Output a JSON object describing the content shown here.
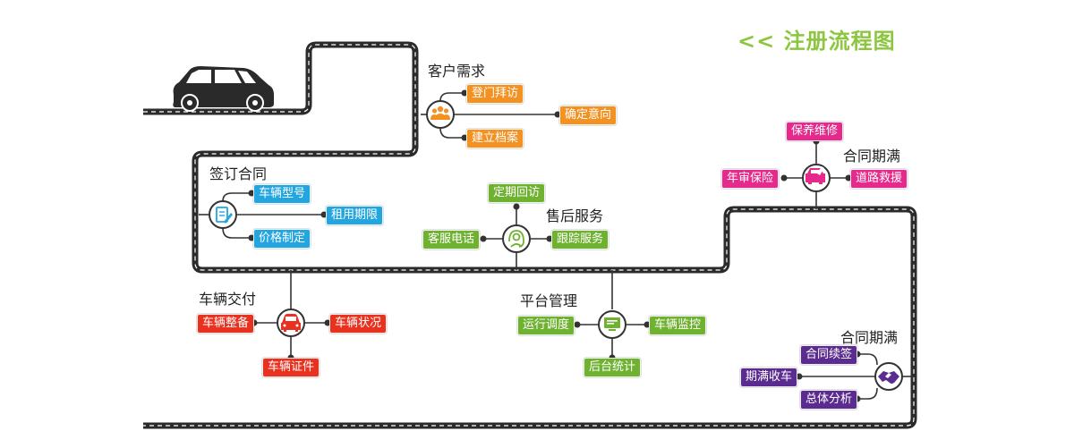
{
  "title": "<< 注册流程图",
  "colors": {
    "road": "#2b2b2b",
    "orange": "#f39223",
    "blue": "#23a6e0",
    "green": "#6fb130",
    "red": "#e8321f",
    "magenta": "#e52a8c",
    "purple": "#5b2c8f",
    "title_green": "#8cc63f"
  },
  "sections": {
    "customer_demand": {
      "title": "客户需求",
      "icon": "people-icon",
      "items": [
        "登门拜访",
        "确定意向",
        "建立档案"
      ]
    },
    "sign_contract": {
      "title": "签订合同",
      "icon": "document-edit-icon",
      "items": [
        "车辆型号",
        "租用期限",
        "价格制定"
      ]
    },
    "after_sales": {
      "title": "售后服务",
      "icon": "headset-icon",
      "items": [
        "定期回访",
        "客服电话",
        "跟踪服务"
      ]
    },
    "contract_expire_top": {
      "title": "合同期满",
      "icon": "repair-car-icon",
      "items": [
        "保养维修",
        "年审保险",
        "道路救援"
      ]
    },
    "vehicle_delivery": {
      "title": "车辆交付",
      "icon": "car-icon",
      "items": [
        "车辆整备",
        "车辆状况",
        "车辆证件"
      ]
    },
    "platform_management": {
      "title": "平台管理",
      "icon": "monitor-icon",
      "items": [
        "运行调度",
        "车辆监控",
        "后台统计"
      ]
    },
    "contract_expire_bottom": {
      "title": "合同期满",
      "icon": "handshake-icon",
      "items": [
        "合同续签",
        "期满收车",
        "总体分析"
      ]
    }
  }
}
